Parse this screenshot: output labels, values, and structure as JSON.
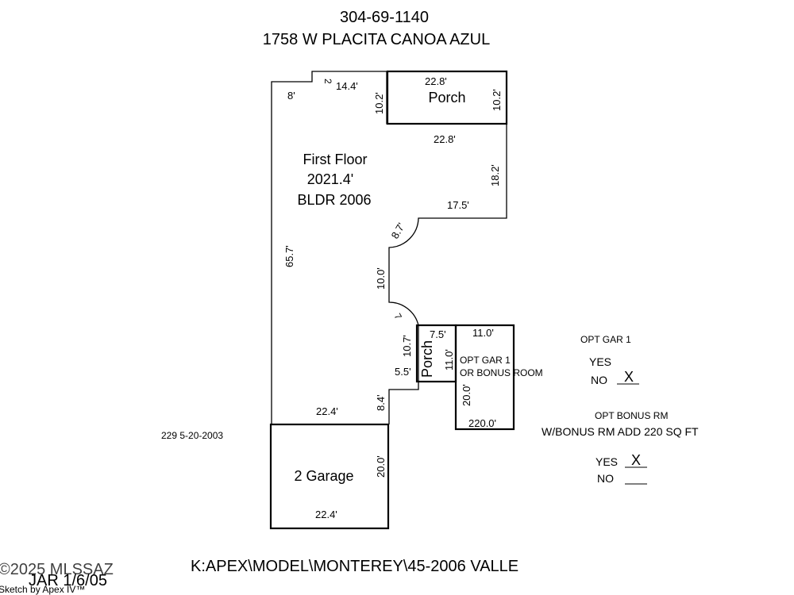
{
  "header": {
    "parcel": "304-69-1140",
    "address": "1758 W PLACITA CANOA AZUL"
  },
  "main_house": {
    "label_line1": "First Floor",
    "label_line2": "2021.4'",
    "label_line3": "BLDR 2006",
    "dims": {
      "top_left": "8'",
      "jog": "2",
      "top_mid": "14.4'",
      "porch_left": "10.2'",
      "right_upper": "22.8'",
      "right_side": "18.2'",
      "right_lower": "17.5'",
      "arc_upper": "8.7'",
      "inset": "10.0'",
      "arc_lower": "7",
      "porch2_left": "10.7'",
      "porch2_bottom": "5.5'",
      "garage_jog": "8.4'",
      "garage_top": "22.4'",
      "left_side": "65.7'"
    }
  },
  "porch_top": {
    "label": "Porch",
    "top": "22.8'",
    "right": "10.2'"
  },
  "porch_side": {
    "label": "Porch",
    "top": "7.5'",
    "right": "11.0'"
  },
  "opt_garage": {
    "line1": "OPT GAR 1",
    "line2": "OR BONUS ROOM",
    "top": "11.0'",
    "left": "20.0'",
    "bottom": "220.0'"
  },
  "garage": {
    "label": "2 Garage",
    "right": "20.0'",
    "bottom": "22.4'"
  },
  "side_note": "229  5-20-2003",
  "options": {
    "gar_title": "OPT GAR 1",
    "gar_yes": "YES",
    "gar_no": "NO",
    "gar_no_mark": "X",
    "bonus_title": "OPT BONUS RM",
    "bonus_desc": "W/BONUS RM ADD 220 SQ FT",
    "bonus_yes": "YES",
    "bonus_yes_mark": "X",
    "bonus_no": "NO"
  },
  "footer": {
    "path": "K:APEX\\MODEL\\MONTEREY\\45-2006 VALLE",
    "copyright": "©2025 MLSSAZ",
    "date": "JAR 1/6/05",
    "sketch_by": "Sketch by Apex IV™"
  }
}
